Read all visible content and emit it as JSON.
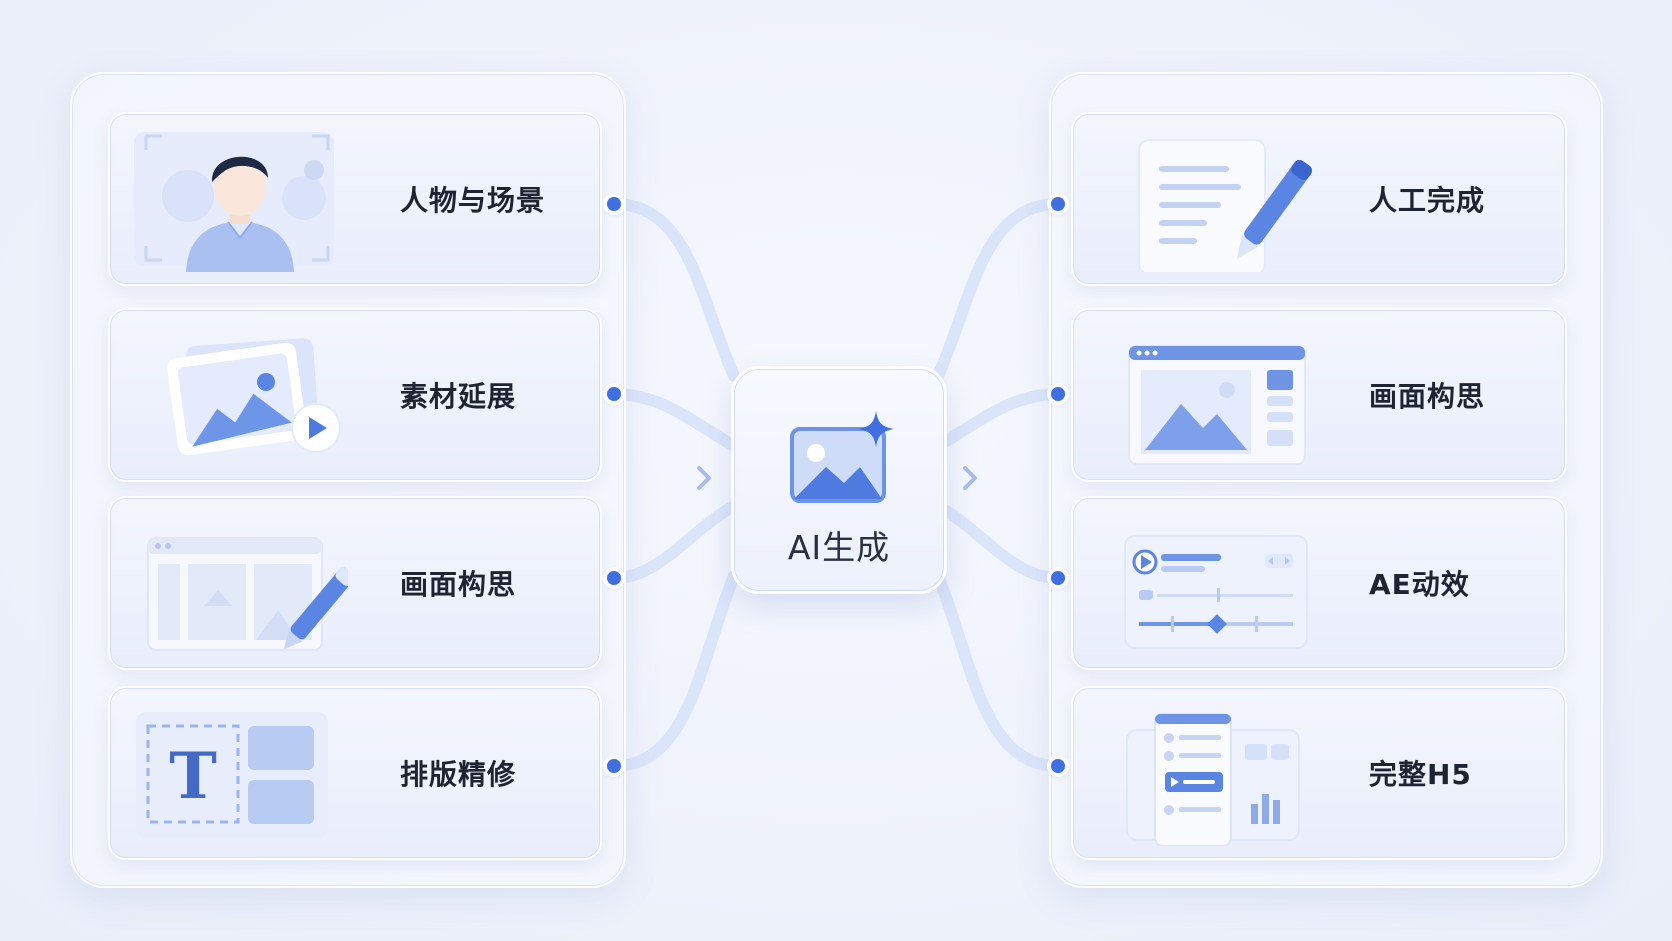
{
  "center": {
    "label": "AI生成",
    "icon": "image-sparkle-icon"
  },
  "left_items": [
    {
      "label": "人物与场景",
      "icon": "person-scene-icon"
    },
    {
      "label": "素材延展",
      "icon": "image-play-icon"
    },
    {
      "label": "画面构思",
      "icon": "layout-sketch-icon"
    },
    {
      "label": "排版精修",
      "icon": "typography-layout-icon"
    }
  ],
  "right_items": [
    {
      "label": "人工完成",
      "icon": "document-pen-icon"
    },
    {
      "label": "画面构思",
      "icon": "browser-layout-icon"
    },
    {
      "label": "AE动效",
      "icon": "timeline-animation-icon"
    },
    {
      "label": "完整H5",
      "icon": "mobile-page-icon"
    }
  ],
  "colors": {
    "accent": "#3f6fe0",
    "accent_light": "#8fb0f2",
    "wire": "#dbe5fa",
    "text": "#1f2433"
  }
}
